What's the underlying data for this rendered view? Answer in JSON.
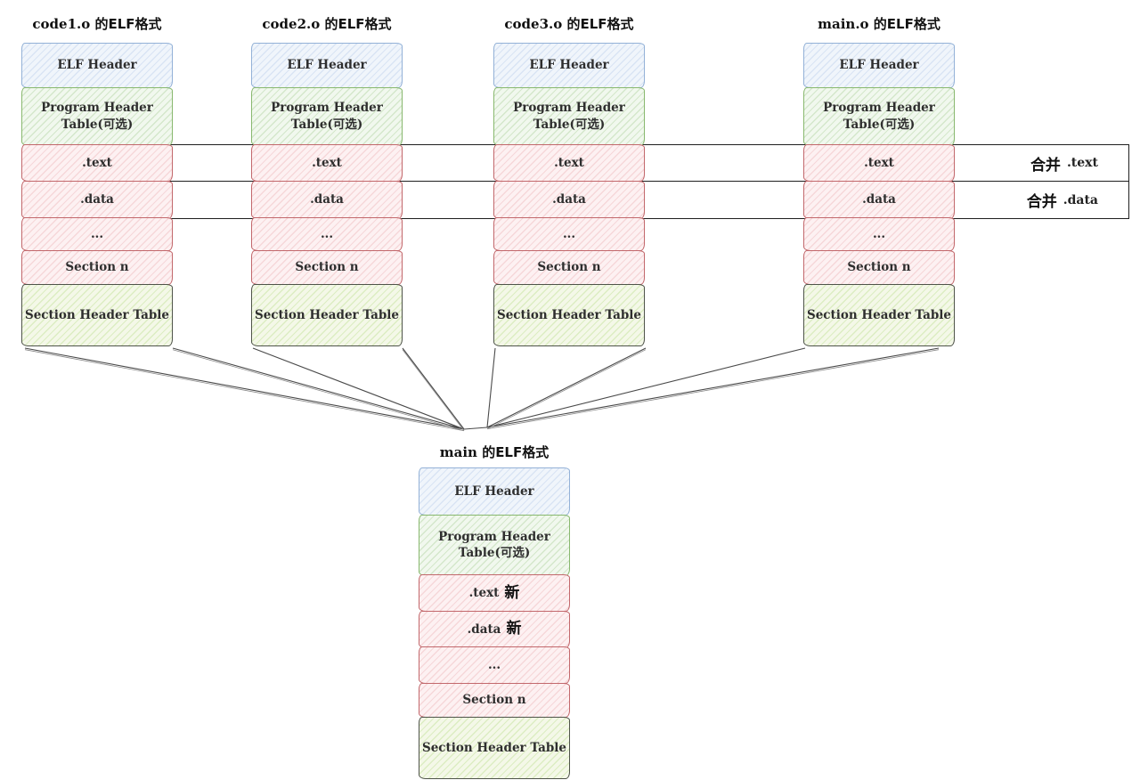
{
  "columns": [
    {
      "title_file": "code1.o",
      "title_suffix": "的ELF格式"
    },
    {
      "title_file": "code2.o",
      "title_suffix": "的ELF格式"
    },
    {
      "title_file": "code3.o",
      "title_suffix": "的ELF格式"
    },
    {
      "title_file": "main.o",
      "title_suffix": "的ELF格式"
    }
  ],
  "rows": {
    "elf_header": "ELF Header",
    "program_header_table": "Program Header Table(可选)",
    "text": ".text",
    "data": ".data",
    "ellipsis": "...",
    "section_n": "Section n",
    "section_header_table": "Section Header Table"
  },
  "merge_bands": [
    {
      "cn": "合并",
      "code": ".text"
    },
    {
      "cn": "合并",
      "code": ".data"
    }
  ],
  "bottom": {
    "title_file": "main",
    "title_suffix": "的ELF格式",
    "rows": {
      "elf_header": "ELF Header",
      "program_header_table": "Program Header Table(可选)",
      "text": ".text",
      "text_suffix": "新",
      "data": ".data",
      "data_suffix": "新",
      "ellipsis": "...",
      "section_n": "Section n",
      "section_header_table": "Section Header Table"
    }
  },
  "colors": {
    "blue_border": "#93b1d7",
    "green_border": "#88b86e",
    "pink_border": "#c2686c",
    "olive_border": "#4f544a",
    "band_border": "#1f1f1f",
    "line": "#4a4a4a",
    "text": "#2e2e2e"
  }
}
